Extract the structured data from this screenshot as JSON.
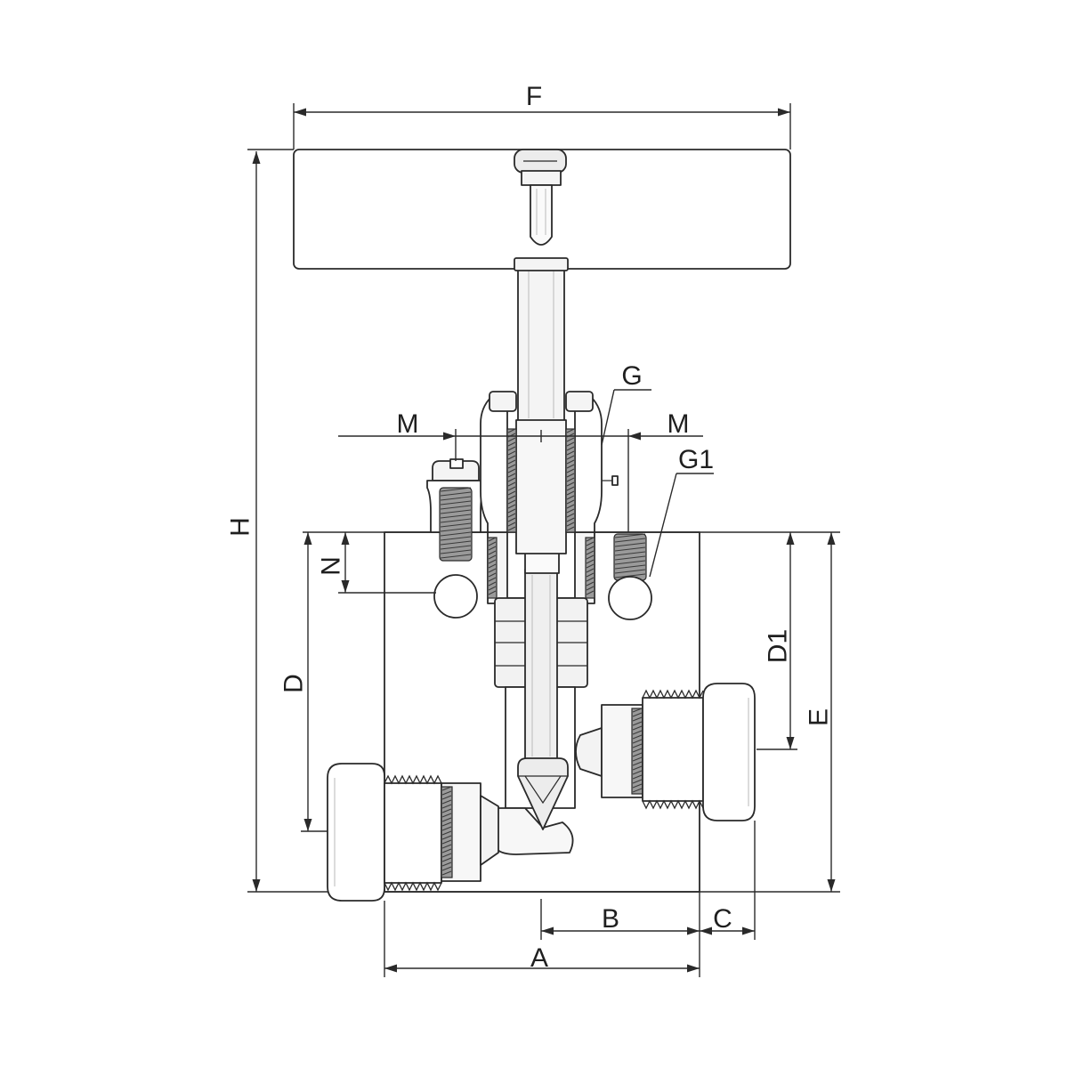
{
  "dimension_labels": {
    "f": "F",
    "h": "H",
    "g": "G",
    "m_left": "M",
    "m_right": "M",
    "g1": "G1",
    "n": "N",
    "d": "D",
    "d1": "D1",
    "e": "E",
    "b": "B",
    "c": "C",
    "a": "A"
  }
}
